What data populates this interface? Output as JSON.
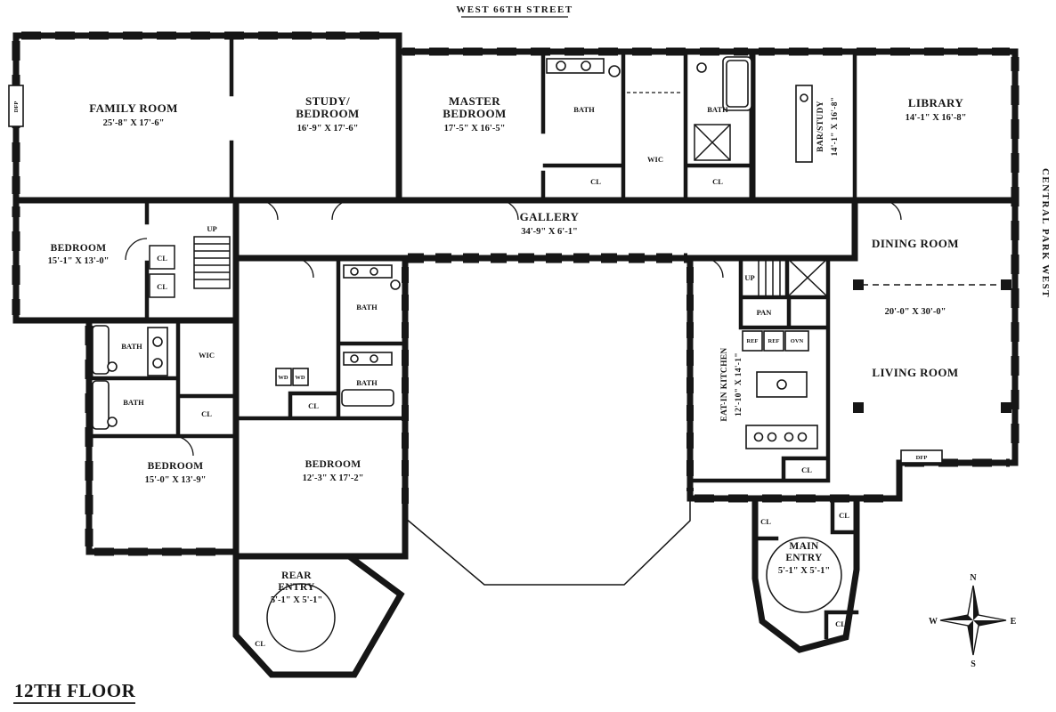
{
  "street": {
    "top": "WEST 66TH STREET",
    "right": "CENTRAL PARK WEST"
  },
  "floor": {
    "label": "12TH FLOOR"
  },
  "rooms": {
    "family": {
      "name": "FAMILY ROOM",
      "dims": "25'-8\" X 17'-6\""
    },
    "study": {
      "name1": "STUDY/",
      "name2": "BEDROOM",
      "dims": "16'-9\" X 17'-6\""
    },
    "master": {
      "name1": "MASTER",
      "name2": "BEDROOM",
      "dims": "17'-5\" X 16'-5\""
    },
    "barstudy": {
      "name": "BAR/STUDY",
      "dims": "14'-1\" X 16'-8\""
    },
    "library": {
      "name": "LIBRARY",
      "dims": "14'-1\" X 16'-8\""
    },
    "gallery": {
      "name": "GALLERY",
      "dims": "34'-9\" X 6'-1\""
    },
    "bedroom1": {
      "name": "BEDROOM",
      "dims": "15'-1\" X 13'-0\""
    },
    "dining": {
      "name": "DINING ROOM"
    },
    "living": {
      "name": "LIVING ROOM"
    },
    "dining_living_dims": "20'-0\" X 30'-0\"",
    "bedroom2": {
      "name": "BEDROOM",
      "dims": "15'-0\" X 13'-9\""
    },
    "bedroom3": {
      "name": "BEDROOM",
      "dims": "12'-3\" X 17'-2\""
    },
    "kitchen": {
      "name": "EAT-IN KITCHEN",
      "dims": "12'-10\" X 14'-1\""
    },
    "rear_entry": {
      "name1": "REAR",
      "name2": "ENTRY",
      "dims": "5'-1\" X 5'-1\""
    },
    "main_entry": {
      "name1": "MAIN",
      "name2": "ENTRY",
      "dims": "5'-1\" X 5'-1\""
    }
  },
  "labels": {
    "bath": "BATH",
    "wic": "WIC",
    "cl": "CL",
    "up": "UP",
    "pan": "PAN",
    "ref": "REF",
    "ovn": "OVN",
    "wd": "WD",
    "dfp": "DFP"
  },
  "compass": {
    "n": "N",
    "e": "E",
    "s": "S",
    "w": "W"
  }
}
